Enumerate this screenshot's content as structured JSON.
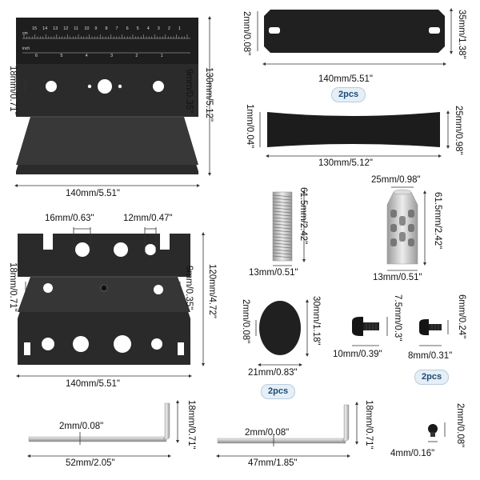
{
  "dims": {
    "p1_height": "130mm/5.12\"",
    "p1_width": "140mm/5.51\"",
    "p1_slot_left": "18mm/0.71\"",
    "p1_slot_right": "9mm/0.35\"",
    "pad1_thick": "2mm/0.08\"",
    "pad1_height": "35mm/1.38\"",
    "pad1_width": "140mm/5.51\"",
    "pad1_qty": "2pcs",
    "strip_thick": "1mm/0.04\"",
    "strip_height": "25mm/0.98\"",
    "strip_width": "130mm/5.12\"",
    "rod_len": "61.5mm/2.42\"",
    "rod_dia": "13mm/0.51\"",
    "brake_top": "25mm/0.98\"",
    "brake_len": "61.5mm/2.42\"",
    "brake_dia": "13mm/0.51\"",
    "p2_hole1": "16mm/0.63\"",
    "p2_hole2": "12mm/0.47\"",
    "p2_height": "120mm/4.72\"",
    "p2_slot_left": "18mm/0.71\"",
    "p2_slot_right": "9mm/0.35\"",
    "p2_width": "140mm/5.51\"",
    "foot_thick": "2mm/0.08\"",
    "foot_height": "30mm/1.18\"",
    "foot_width": "21mm/0.83\"",
    "foot_qty": "2pcs",
    "screw1_height": "7.5mm/0.3\"",
    "screw1_len": "10mm/0.39\"",
    "screw2_height": "6mm/0.24\"",
    "screw2_len": "8mm/0.31\"",
    "screw_qty": "2pcs",
    "key1_dia": "2mm/0.08\"",
    "key1_height": "18mm/0.71\"",
    "key1_len": "52mm/2.05\"",
    "key2_dia": "2mm/0.08\"",
    "key2_height": "18mm/0.71\"",
    "key2_len": "47mm/1.85\"",
    "nut_height": "2mm/0.08\"",
    "nut_width": "4mm/0.16\""
  },
  "ruler": {
    "top_numbers": [
      "15",
      "14",
      "13",
      "12",
      "11",
      "10",
      "9",
      "8",
      "7",
      "6",
      "5",
      "4",
      "3",
      "2",
      "1"
    ],
    "bottom_numbers": [
      "6",
      "5",
      "4",
      "3",
      "2",
      "1"
    ],
    "unit_cm": "cm",
    "unit_inch": "inch"
  }
}
